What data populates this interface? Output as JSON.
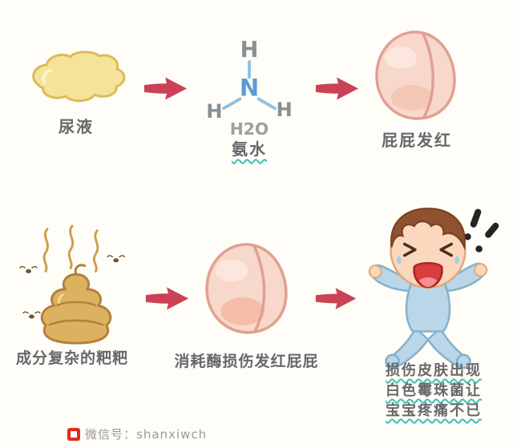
{
  "flow_top": {
    "urine_label": "尿液",
    "ammonia_h_top": "H",
    "ammonia_n": "N",
    "ammonia_h_left": "H",
    "ammonia_h_right": "H",
    "ammonia_h2o": "H2O",
    "ammonia_label": "氨水",
    "red_bottom_label": "屁屁发红"
  },
  "flow_bottom": {
    "poop_label": "成分复杂的粑粑",
    "bottom_label": "消耗酶损伤发红屁屁",
    "caption_lines": [
      "损伤皮肤出现",
      "白色霉珠菌让",
      "宝宝疼痛不已"
    ]
  },
  "footer": {
    "wechat_id": "微信号：shanxiwch"
  },
  "colors": {
    "background": "#fffdf7",
    "arrow_red": "#cb4256",
    "teal_accent": "#3fc0b3",
    "label_gray": "#66686c",
    "urine_yellow": "#f6e39a",
    "poop_brown": "#dcb160",
    "butt_pink": "#f8d8cb",
    "onesie_blue": "#b9d7e9",
    "logo_red": "#e02b20",
    "ammonia_blue": "#5b9bd5"
  }
}
